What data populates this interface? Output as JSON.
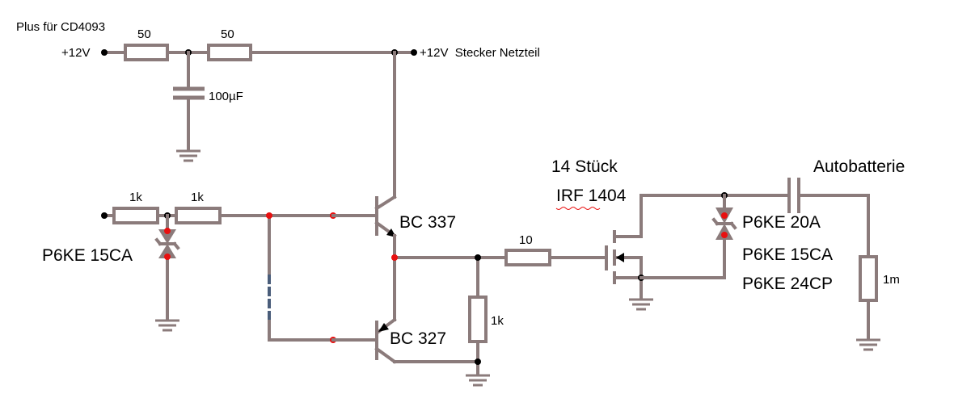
{
  "labels": {
    "plus_cd4093": "Plus für CD4093",
    "v12_left": "+12V",
    "r_50_a": "50",
    "r_50_b": "50",
    "v12_stecker": "+12V  Stecker Netzteil",
    "cap_100u": "100µF",
    "r_1k_a": "1k",
    "r_1k_b": "1k",
    "p6ke_15ca_left": "P6KE 15CA",
    "bc337": "BC 337",
    "bc327": "BC 327",
    "r_1k_c": "1k",
    "r_10": "10",
    "mosfet_count": "14 Stück",
    "mosfet_type": "IRF 1404",
    "autobatterie": "Autobatterie",
    "p6ke_20a": "P6KE 20A",
    "p6ke_15ca_right": "P6KE 15CA",
    "p6ke_24cp": "P6KE 24CP",
    "r_1m": "1m"
  },
  "colors": {
    "wire": "#8b7b7b",
    "junction": "#000000",
    "highlight": "#e81010"
  }
}
